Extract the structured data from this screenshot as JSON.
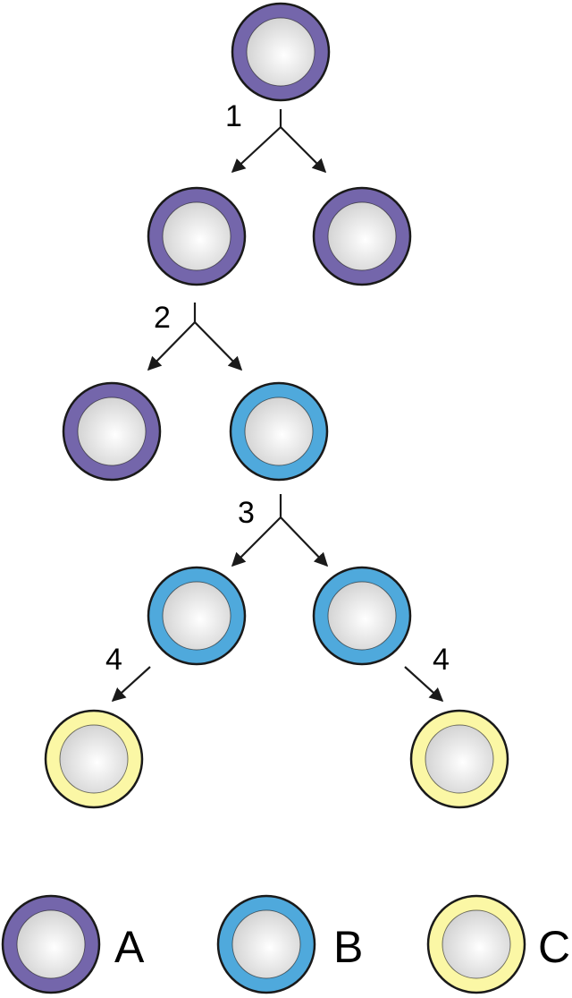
{
  "colors": {
    "A": "#7466ab",
    "B": "#4fa9dc",
    "C": "#fbf7a5",
    "core": "#d0d0d0",
    "core_highlight": "#ffffff",
    "stroke": "#1a1a1a"
  },
  "steps": {
    "s1": "1",
    "s2": "2",
    "s3": "3",
    "s4_left": "4",
    "s4_right": "4"
  },
  "legend": {
    "A": "A",
    "B": "B",
    "C": "C"
  }
}
